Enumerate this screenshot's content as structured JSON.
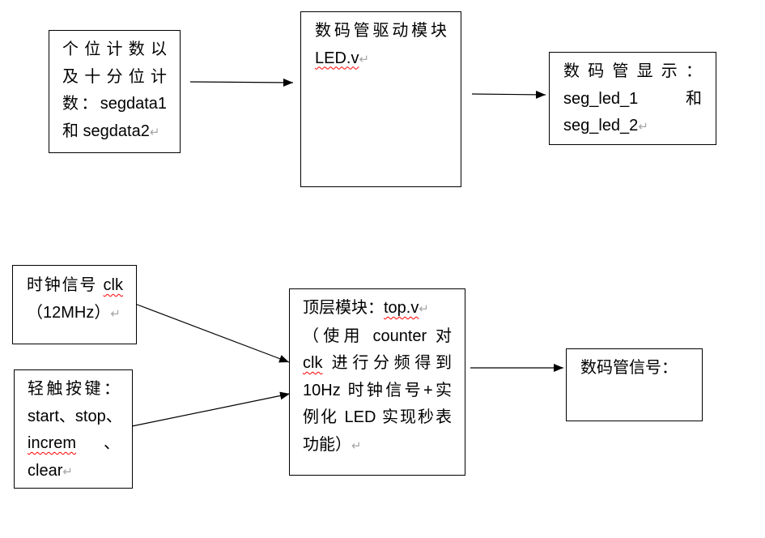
{
  "return_mark": "↵",
  "colors": {
    "spellcheck_underline": "#ff0000",
    "format_mark": "#a6a6a6"
  },
  "counter_box": {
    "line1": "个位计数以",
    "line2": "及十分位计",
    "line3": "数：segdata1",
    "line4": "和 segdata2"
  },
  "led_driver_box": {
    "line1": "数码管驱动模块",
    "line2": "LED.v"
  },
  "display_box": {
    "line1": "数码管显示：",
    "line2": "seg_led_1 和",
    "line3": "seg_led_2"
  },
  "clock_box": {
    "line1_text": "时钟信号 ",
    "line1_word": "clk",
    "line2": "（12MHz）"
  },
  "buttons_box": {
    "line1": "轻触按键：",
    "line2": "start、stop、",
    "line3_word": "increm",
    "line3_rest": " 、",
    "line4": "clear"
  },
  "top_box": {
    "line1_text": "顶层模块：",
    "line1_word": "top.v",
    "line2": "（使用 counter 对",
    "line3_word": "clk",
    "line3_rest": " 进行分频得到",
    "line4": "10Hz 时钟信号+实",
    "line5": "例化 LED 实现秒表",
    "line6": "功能）"
  },
  "signal_box": {
    "line1": "数码管信号："
  }
}
